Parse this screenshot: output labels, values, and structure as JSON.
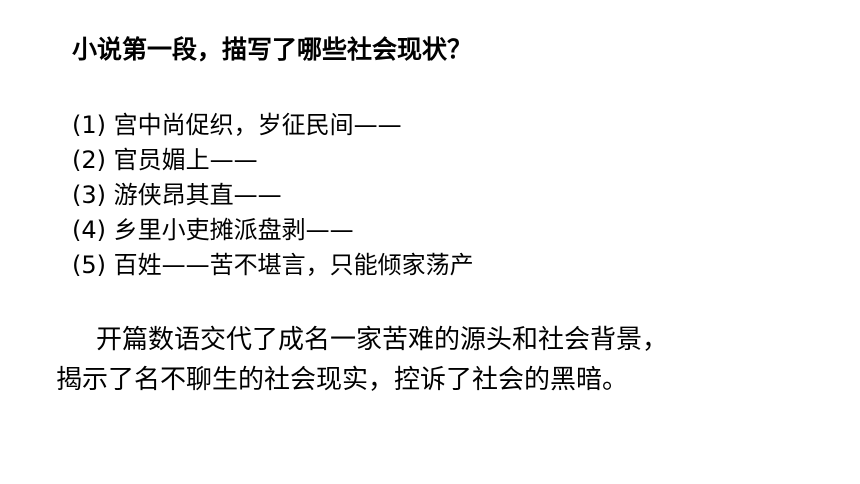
{
  "slide": {
    "question": "小说第一段，描写了哪些社会现状？",
    "items": [
      "(1) 宫中尚促织，岁征民间——",
      "(2) 官员媚上——",
      "(3) 游侠昂其直——",
      "(4) 乡里小吏摊派盘剥——",
      "(5) 百姓——苦不堪言，只能倾家荡产"
    ],
    "summary_lines": [
      "开篇数语交代了成名一家苦难的源头和社会背景，",
      "揭示了名不聊生的社会现实，控诉了社会的黑暗。"
    ]
  }
}
